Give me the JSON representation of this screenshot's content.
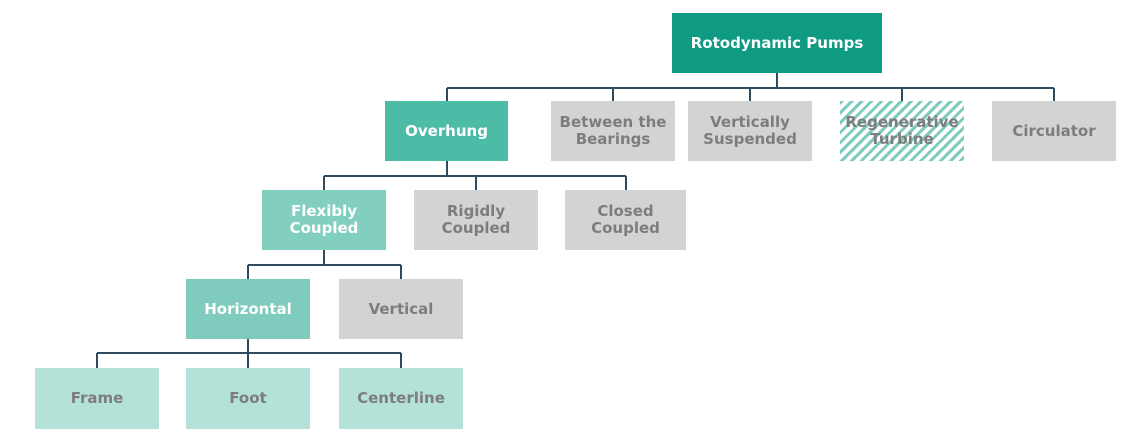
{
  "diagram": {
    "root": "Rotodynamic Pumps",
    "level1": {
      "overhung": "Overhung",
      "between_bearings": "Between the Bearings",
      "vertically_suspended": "Vertically Suspended",
      "regenerative_turbine": "Regenerative Turbine",
      "circulator": "Circulator"
    },
    "level2": {
      "flexibly_coupled": "Flexibly Coupled",
      "rigidly_coupled": "Rigidly Coupled",
      "closed_coupled": "Closed Coupled"
    },
    "level3": {
      "horizontal": "Horizontal",
      "vertical": "Vertical"
    },
    "level4": {
      "frame": "Frame",
      "foot": "Foot",
      "centerline": "Centerline"
    }
  },
  "colors": {
    "root": "#0f9a83",
    "active_level1": "#4dbca6",
    "active_level2": "#82cfc0",
    "active_level3": "#7fcbbd",
    "inactive": "#d3d3d3",
    "leaf": "#b4e1d8",
    "connector": "#2e4a5c"
  }
}
